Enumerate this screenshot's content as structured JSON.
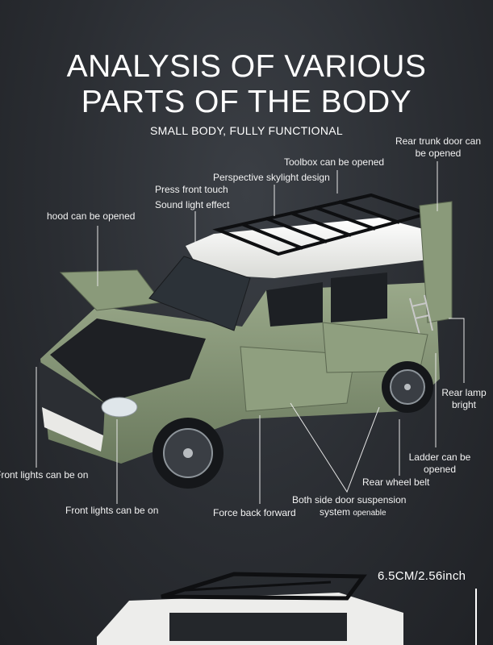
{
  "heading": {
    "line1": "ANALYSIS OF VARIOUS",
    "line2": "PARTS OF THE BODY",
    "subtitle": "SMALL BODY, FULLY FUNCTIONAL"
  },
  "callouts": {
    "rear_trunk_1": "Rear trunk door can",
    "rear_trunk_2": "be opened",
    "toolbox": "Toolbox can be opened",
    "skylight": "Perspective skylight design",
    "press_touch": "Press front touch",
    "sound_light": "Sound light effect",
    "hood": "hood can be opened",
    "rear_lamp_1": "Rear lamp",
    "rear_lamp_2": "bright",
    "front_lights_left": "Front lights can be on",
    "ladder_1": "Ladder can be",
    "ladder_2": "opened",
    "rear_wheel": "Rear wheel belt",
    "door_susp_1": "Both side door suspension",
    "door_susp_2": "system",
    "door_susp_3": "openable",
    "front_lights_bottom": "Front lights can be on",
    "force_back": "Force back forward"
  },
  "dimension": "6.5CM/2.56inch",
  "colors": {
    "body_green": "#8a9a7a",
    "roof_white": "#f1f1ef",
    "background": "#2a2d32"
  }
}
